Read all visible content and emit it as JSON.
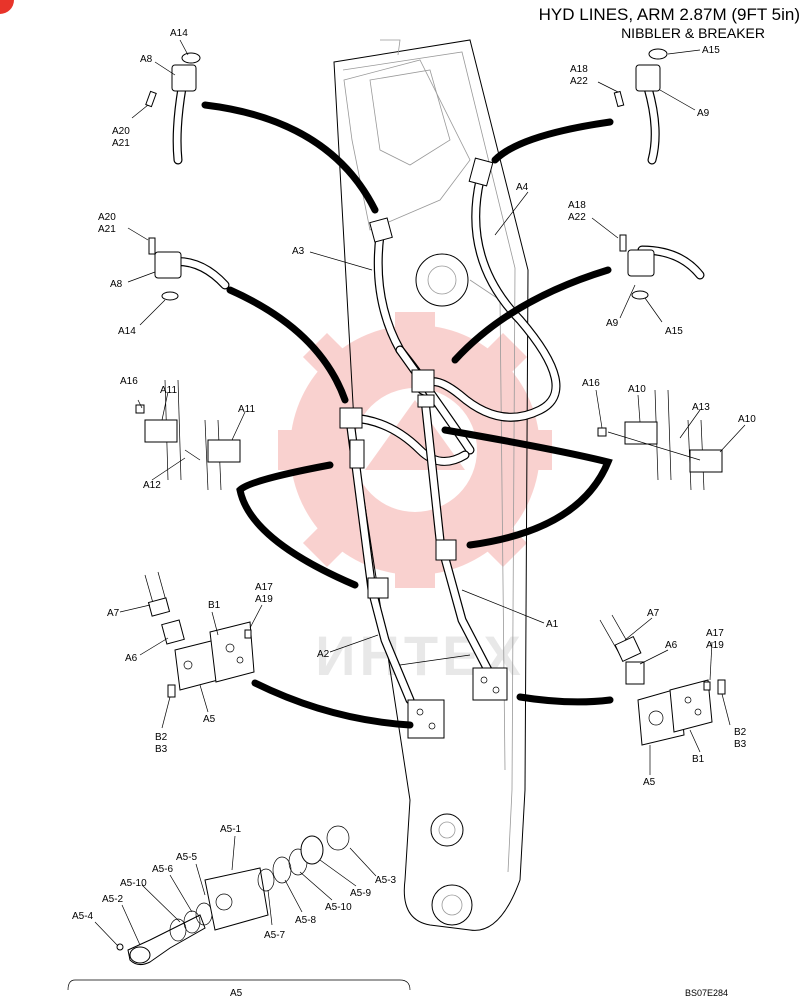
{
  "title": "HYD LINES, ARM 2.87M (9FT 5in)",
  "subtitle": "NIBBLER & BREAKER",
  "drawing_code": "BS07E284",
  "watermark_text": "ИНТЕХ",
  "colors": {
    "line": "#000000",
    "watermark": "#e8342a",
    "background": "#ffffff"
  },
  "labels": {
    "a14_top": "A14",
    "a8_top": "A8",
    "a20_tl": "A20",
    "a21_tl": "A21",
    "a15_top": "A15",
    "a18_tr": "A18",
    "a22_tr": "A22",
    "a9_top": "A9",
    "a4": "A4",
    "a3": "A3",
    "a20_ml": "A20",
    "a21_ml": "A21",
    "a8_ml": "A8",
    "a14_ml": "A14",
    "a18_mr": "A18",
    "a22_mr": "A22",
    "a9_mr": "A9",
    "a15_mr": "A15",
    "a16_l": "A16",
    "a11_l1": "A11",
    "a11_l2": "A11",
    "a12": "A12",
    "a16_r": "A16",
    "a10_r1": "A10",
    "a13": "A13",
    "a10_r2": "A10",
    "a1": "A1",
    "a2": "A2",
    "a17_l": "A17",
    "a19_l": "A19",
    "b1_l": "B1",
    "a7_l": "A7",
    "a6_l": "A6",
    "a5_l": "A5",
    "b2_l": "B2",
    "b3_l": "B3",
    "a7_r": "A7",
    "a6_r": "A6",
    "a17_r": "A17",
    "a19_r": "A19",
    "b2_r": "B2",
    "b3_r": "B3",
    "b1_r": "B1",
    "a5_r": "A5",
    "a5_1": "A5-1",
    "a5_5": "A5-5",
    "a5_6": "A5-6",
    "a5_10_l": "A5-10",
    "a5_2": "A5-2",
    "a5_4": "A5-4",
    "a5_7": "A5-7",
    "a5_8": "A5-8",
    "a5_10_r": "A5-10",
    "a5_9": "A5-9",
    "a5_3": "A5-3",
    "a5_bottom": "A5"
  }
}
